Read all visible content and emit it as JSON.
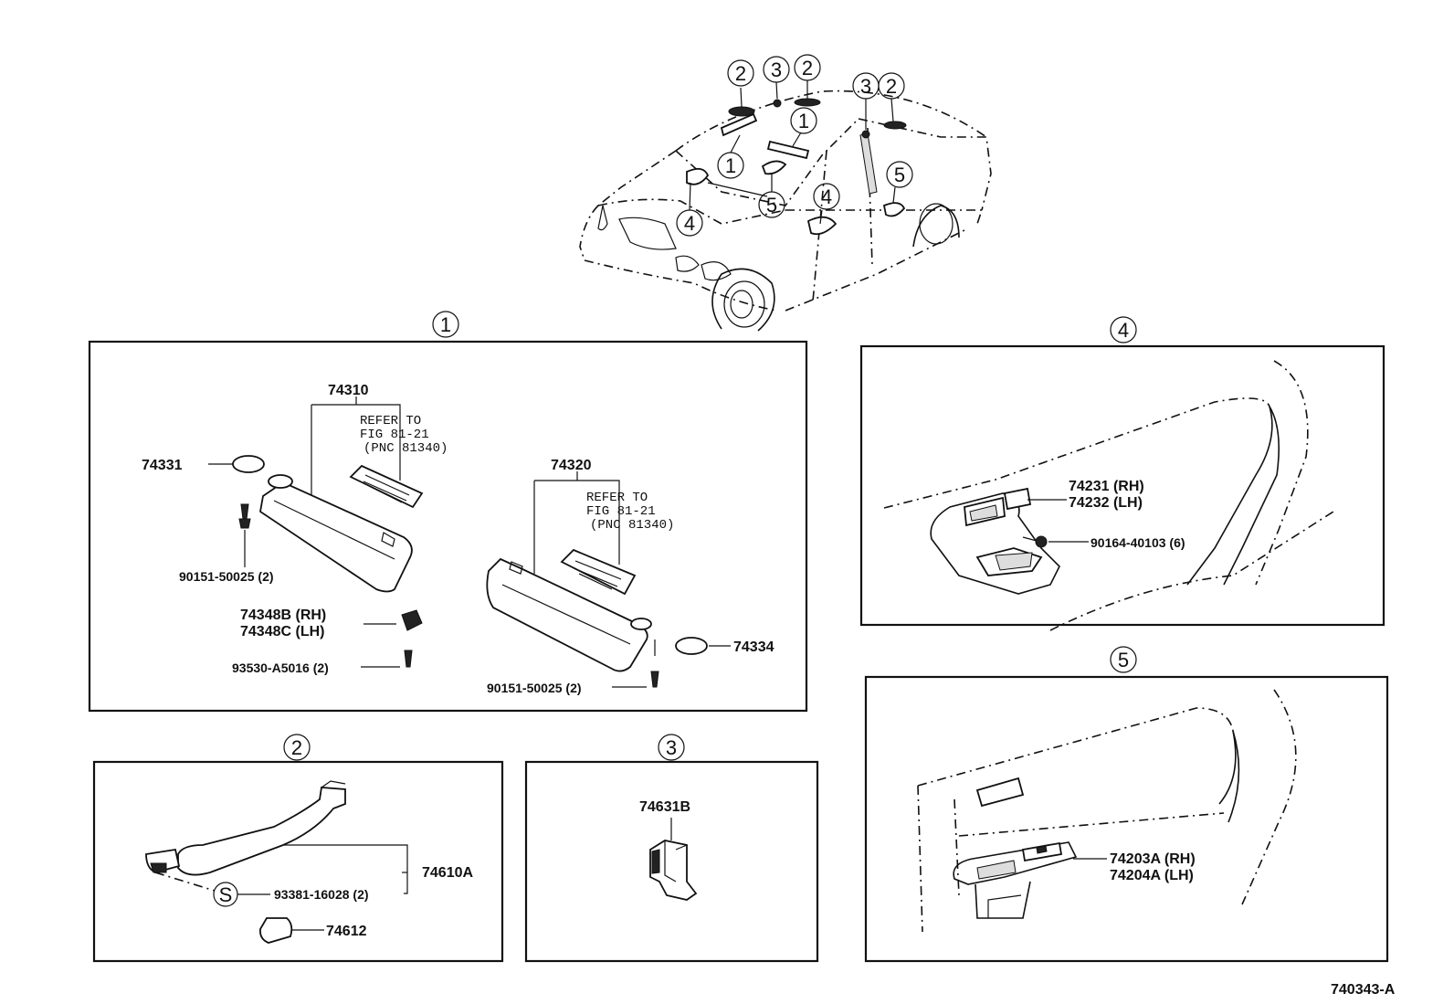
{
  "callouts": {
    "c1": "1",
    "c2": "2",
    "c3": "3",
    "c4": "4",
    "c5": "5",
    "s": "S"
  },
  "sec1": {
    "p74310": "74310",
    "ref1": [
      "REFER TO",
      "FIG 81-21",
      "(PNC 81340)"
    ],
    "p74331": "74331",
    "p90151a": "90151-50025 (2)",
    "p74348b": "74348B (RH)",
    "p74348c": "74348C (LH)",
    "p93530": "93530-A5016 (2)",
    "p74320": "74320",
    "ref2": [
      "REFER TO",
      "FIG 81-21",
      "(PNC 81340)"
    ],
    "p74334": "74334",
    "p90151b": "90151-50025 (2)"
  },
  "sec2": {
    "p74610a": "74610A",
    "p93381": "93381-16028 (2)",
    "p74612": "74612"
  },
  "sec3": {
    "p74631b": "74631B"
  },
  "sec4": {
    "p74231": "74231 (RH)",
    "p74232": "74232 (LH)",
    "p90164": "90164-40103 (6)"
  },
  "sec5": {
    "p74203a": "74203A (RH)",
    "p74204a": "74204A (LH)"
  },
  "figure_id": "740343-A"
}
